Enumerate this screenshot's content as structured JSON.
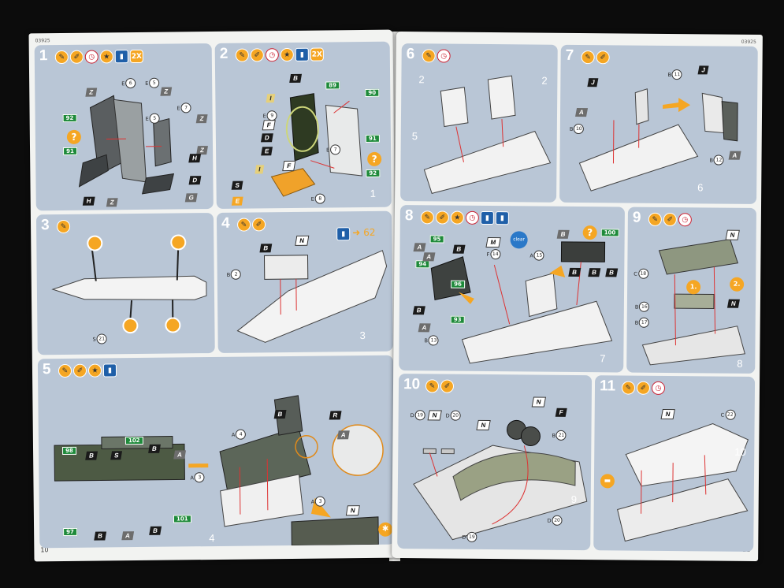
{
  "left_page": {
    "code": "03925",
    "page_number": "10"
  },
  "right_page": {
    "code": "03925",
    "page_number": "11"
  },
  "steps": {
    "s1": {
      "num": "1",
      "mult": "2X",
      "labels": [
        "Z",
        "Z",
        "Z",
        "Z",
        "H",
        "D",
        "G",
        "H",
        "Z"
      ],
      "decals": [
        "92",
        "91"
      ],
      "parts": [
        "6",
        "5",
        "5",
        "7"
      ]
    },
    "s2": {
      "num": "2",
      "mult": "2X",
      "labels": [
        "B",
        "I",
        "F",
        "D",
        "E",
        "I",
        "F",
        "S",
        "E"
      ],
      "decals": [
        "89",
        "90",
        "91",
        "92"
      ],
      "parts": [
        "9",
        "7",
        "8"
      ],
      "assembly": "1"
    },
    "s3": {
      "num": "3",
      "parts": [
        "21"
      ]
    },
    "s4": {
      "num": "4",
      "labels": [
        "B",
        "N"
      ],
      "parts": [
        "2"
      ],
      "ref": "62",
      "assembly": "3"
    },
    "s5": {
      "num": "5",
      "labels": [
        "B",
        "S",
        "B",
        "A",
        "B",
        "A",
        "B",
        "B",
        "R",
        "A",
        "N",
        "B"
      ],
      "decals": [
        "98",
        "102",
        "97",
        "101"
      ],
      "parts": [
        "3",
        "4",
        "3"
      ],
      "assembly": "4"
    },
    "s6": {
      "num": "6",
      "parts_big": [
        "2",
        "2"
      ],
      "assembly": "5"
    },
    "s7": {
      "num": "7",
      "labels": [
        "J",
        "A",
        "J",
        "A"
      ],
      "parts": [
        "10",
        "11",
        "12"
      ],
      "assembly": "6"
    },
    "s8": {
      "num": "8",
      "labels": [
        "A",
        "A",
        "B",
        "M",
        "B",
        "B",
        "A",
        "B",
        "B",
        "B"
      ],
      "decals": [
        "95",
        "94",
        "96",
        "93",
        "100"
      ],
      "parts": [
        "14",
        "15",
        "13"
      ],
      "clear": "clear",
      "assembly": "7"
    },
    "s9": {
      "num": "9",
      "labels": [
        "N",
        "N"
      ],
      "parts": [
        "18",
        "16",
        "17"
      ],
      "sub": [
        "1.",
        "2."
      ],
      "assembly": "8"
    },
    "s10": {
      "num": "10",
      "labels": [
        "N",
        "N",
        "N",
        "F"
      ],
      "parts": [
        "19",
        "20",
        "21",
        "20",
        "19"
      ],
      "assembly": "9"
    },
    "s11": {
      "num": "11",
      "labels": [
        "N"
      ],
      "parts": [
        "22"
      ],
      "assembly": "10"
    }
  }
}
